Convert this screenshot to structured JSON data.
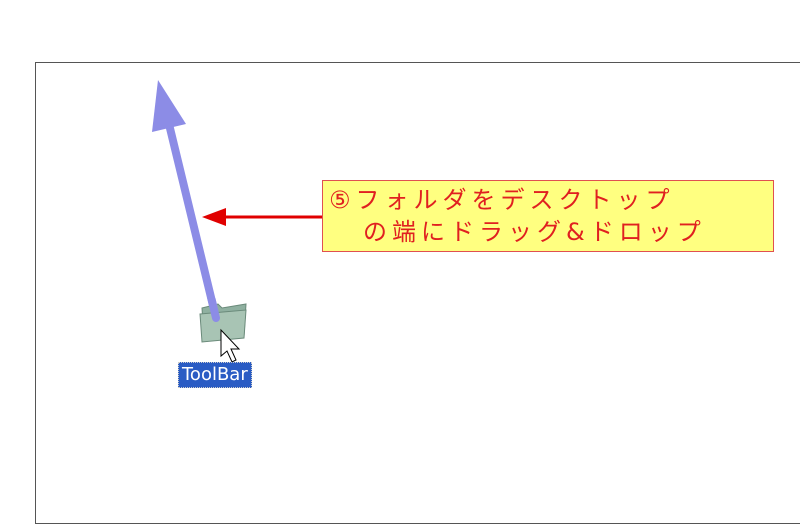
{
  "callout": {
    "line1": "⑤フォルダをデスクトップ",
    "line2": "の端にドラッグ&ドロップ"
  },
  "desktop_icon": {
    "label": "ToolBar",
    "icon": "folder-icon"
  },
  "colors": {
    "callout_bg": "#ffff80",
    "callout_text": "#e02020",
    "drag_arrow": "#8c8ce6",
    "pointer_arrow": "#e00000",
    "selection": "#2a5cc4"
  }
}
